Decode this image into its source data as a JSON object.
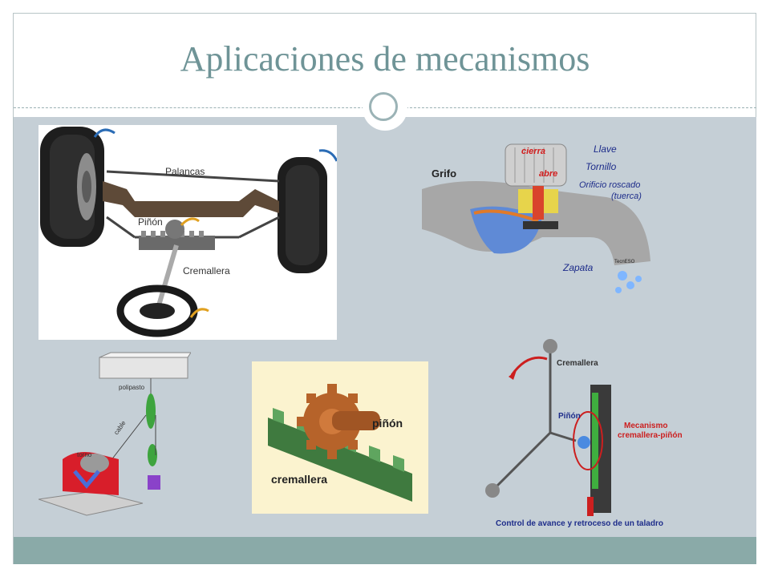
{
  "slide": {
    "title": "Aplicaciones de mecanismos"
  },
  "images": {
    "steering": {
      "label_levers": "Palancas",
      "label_pinion": "Piñón",
      "label_rack": "Cremallera"
    },
    "tap": {
      "label_tap": "Grifo",
      "label_key": "Llave",
      "label_close": "cierra",
      "label_open": "abre",
      "label_screw": "Tornillo",
      "label_nut_line1": "Orificio roscado",
      "label_nut_line2": "(tuerca)",
      "label_shoe": "Zapata",
      "label_brand": "TecnESO"
    },
    "hoist": {
      "label_hoist": "polipasto",
      "label_cable": "cable",
      "label_winch": "torno"
    },
    "rack_pinion": {
      "label_pinion": "piñón",
      "label_rack": "cremallera"
    },
    "drill": {
      "label_rack": "Cremallera",
      "label_pinion": "Piñón",
      "label_mech_line1": "Mecanismo",
      "label_mech_line2": "cremallera-piñón",
      "caption": "Control de avance y retroceso de un taladro"
    }
  },
  "colors": {
    "title": "#6f9497",
    "content_bg": "#c5cfd6",
    "footer_bg": "#8aaaa8",
    "rule": "#9ab0b3"
  }
}
